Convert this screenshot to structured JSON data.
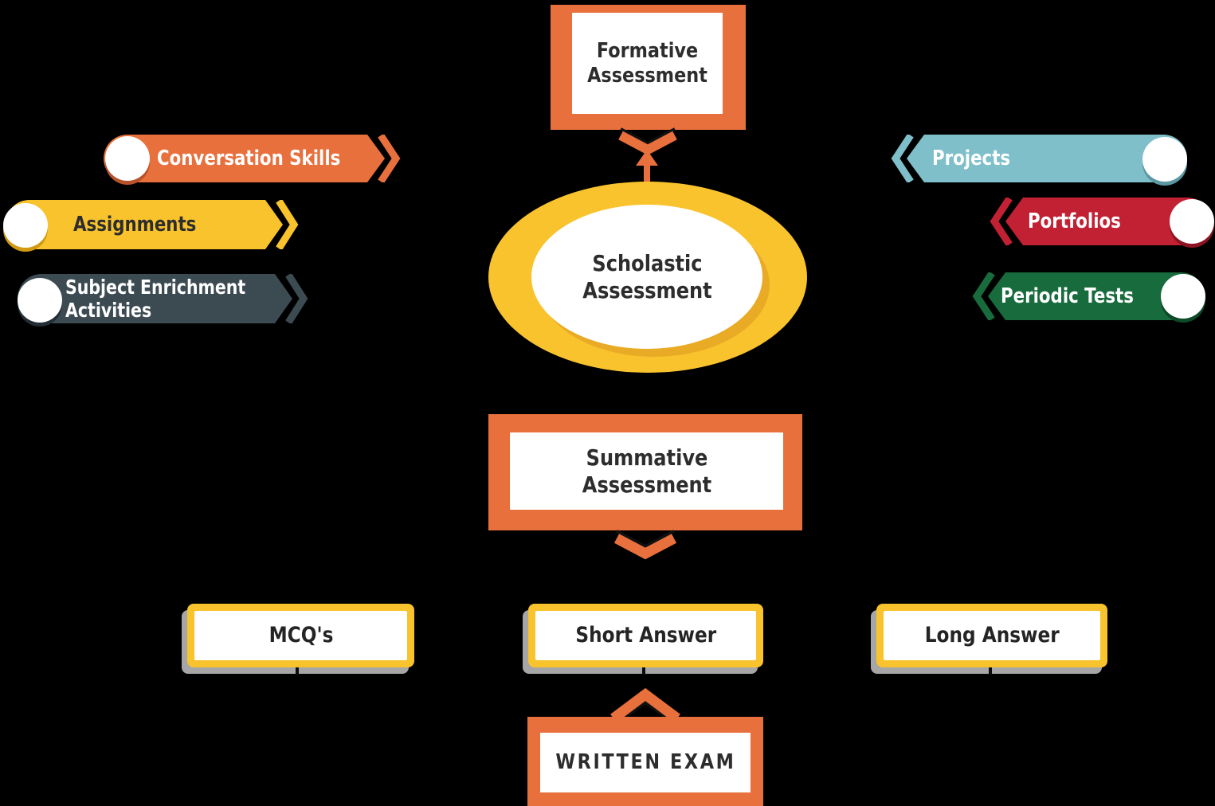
{
  "page": {
    "background": "#000000"
  },
  "diagram": {
    "accent_orange": "#E8703C",
    "accent_yellow": "#F9C32D",
    "shadow_gray": "#A6A6A6",
    "center": {
      "label": "Scholastic Assessment",
      "fill": "#F9C32D",
      "inner_fill": "#FFFFFF",
      "text_color": "#2D2D2D"
    },
    "top_box": {
      "label": "Formative Assessment",
      "frame_color": "#E8703C",
      "inner_fill": "#FFFFFF",
      "text_color": "#2D2D2D"
    },
    "middle_box": {
      "label": "Summative Assessment",
      "frame_color": "#E8703C",
      "inner_fill": "#FFFFFF",
      "text_color": "#2D2D2D"
    },
    "bottom_box": {
      "label": "WRITTEN EXAM",
      "frame_color": "#E8703C",
      "inner_fill": "#FFFFFF",
      "text_color": "#2D2D2D"
    },
    "left_pills": [
      {
        "label": "Conversation Skills",
        "color": "#E8703C",
        "text_color": "#FFFFFF"
      },
      {
        "label": "Assignments",
        "color": "#F9C32D",
        "text_color": "#2D2D2D"
      },
      {
        "label": "Subject Enrichment Activities",
        "color": "#3C4B52",
        "text_color": "#FFFFFF"
      }
    ],
    "right_pills": [
      {
        "label": "Projects",
        "color": "#7FBFC9",
        "text_color": "#FFFFFF"
      },
      {
        "label": "Portfolios",
        "color": "#C22033",
        "text_color": "#FFFFFF"
      },
      {
        "label": "Periodic Tests",
        "color": "#176B3C",
        "text_color": "#FFFFFF"
      }
    ],
    "answer_boxes": [
      {
        "label": "MCQ's"
      },
      {
        "label": "Short Answer"
      },
      {
        "label": "Long Answer"
      }
    ]
  }
}
